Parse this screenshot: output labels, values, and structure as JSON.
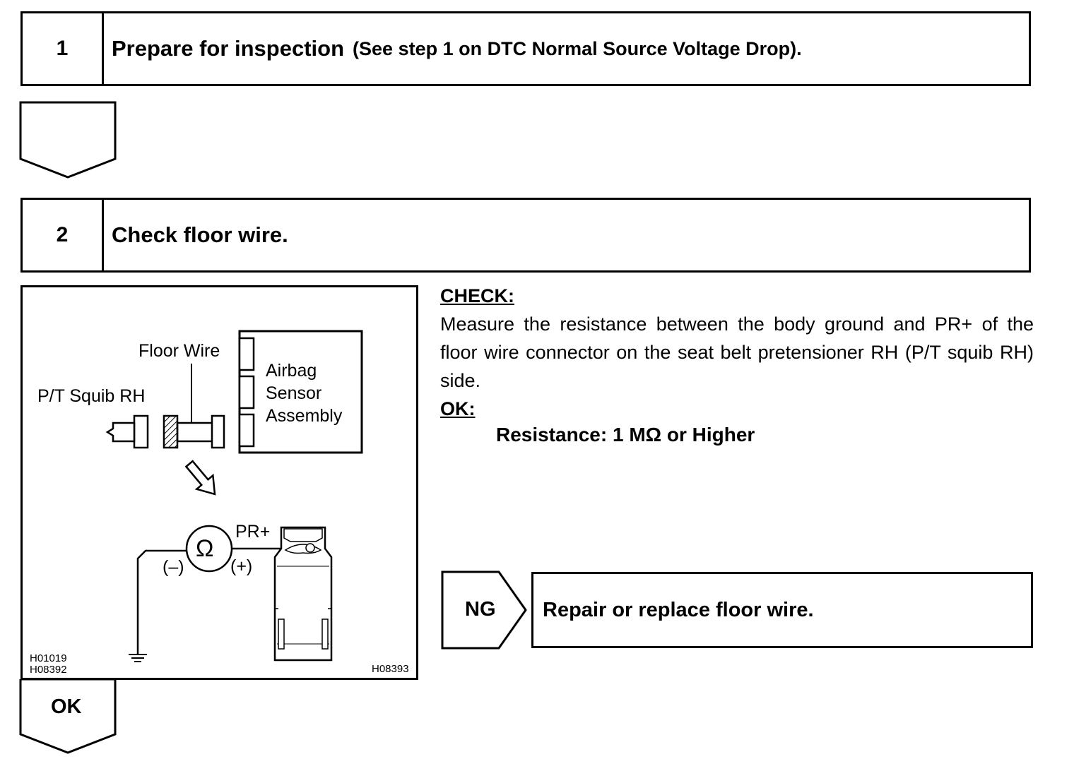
{
  "step1": {
    "number": "1",
    "title": "Prepare for inspection",
    "subtitle": "(See step 1 on DTC Normal Source Voltage Drop)."
  },
  "step2": {
    "number": "2",
    "title": "Check floor wire."
  },
  "figure": {
    "label_floor_wire": "Floor Wire",
    "label_squib": "P/T Squib RH",
    "label_sensor_line1": "Airbag",
    "label_sensor_line2": "Sensor",
    "label_sensor_line3": "Assembly",
    "label_pr_plus": "PR+",
    "label_ohm": "Ω",
    "label_neg": "(–)",
    "label_pos": "(+)",
    "code_left_1": "H01019",
    "code_left_2": "H08392",
    "code_right": "H08393"
  },
  "check": {
    "heading": "CHECK:",
    "text": "Measure the resistance between the body ground and PR+ of the floor wire connector on the seat belt pretensioner RH (P/T squib RH) side.",
    "ok_heading": "OK:",
    "spec": "Resistance: 1 MΩ or Higher"
  },
  "ng": {
    "label": "NG",
    "action": "Repair or replace floor wire."
  },
  "ok_arrow": {
    "label": "OK"
  }
}
